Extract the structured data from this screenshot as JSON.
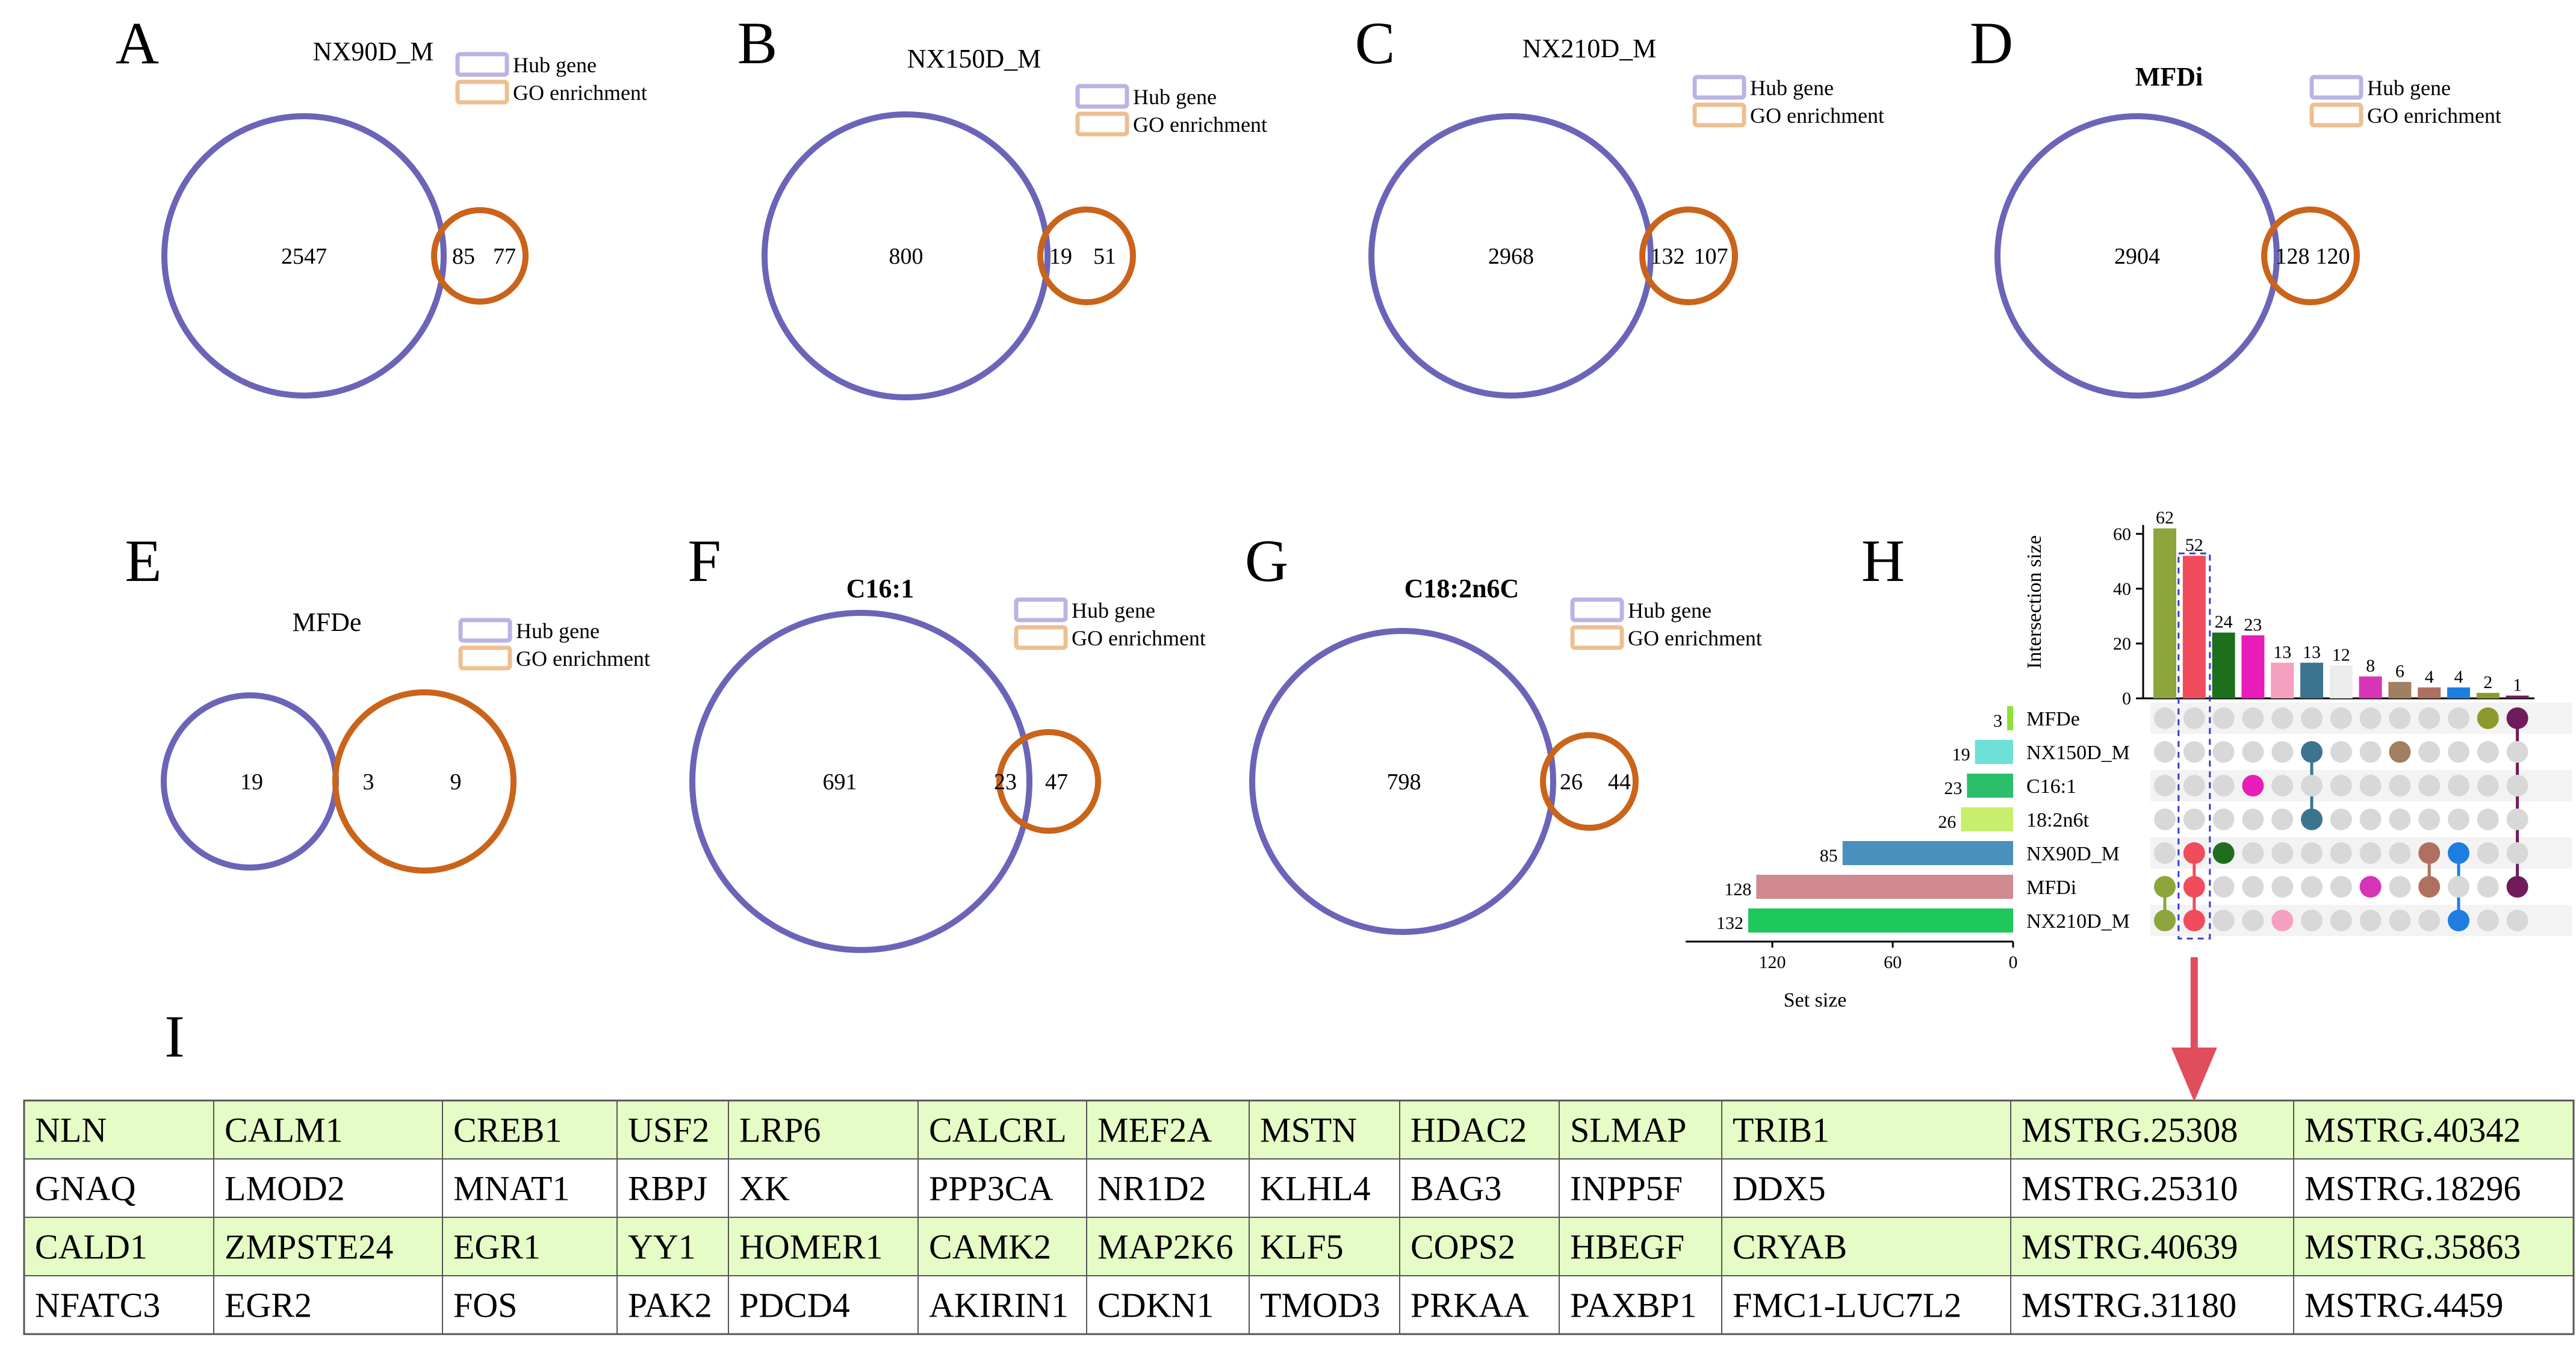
{
  "panels": {
    "A": "A",
    "B": "B",
    "C": "C",
    "D": "D",
    "E": "E",
    "F": "F",
    "G": "G",
    "H": "H",
    "I": "I"
  },
  "legend": {
    "hub": "Hub gene",
    "go": "GO enrichment"
  },
  "colors": {
    "hub_stroke": "#6b64b8",
    "go_stroke": "#c9641a",
    "legend_hub": "#b8b4e3",
    "legend_go": "#edbf91",
    "table_highlight": "#e6fcc6",
    "arrow": "#e04d5c"
  },
  "chart_data": [
    {
      "type": "venn",
      "title": "NX90D_M",
      "hub_only": 2547,
      "overlap": 85,
      "go_only": 77
    },
    {
      "type": "venn",
      "title": "NX150D_M",
      "hub_only": 800,
      "overlap": 19,
      "go_only": 51
    },
    {
      "type": "venn",
      "title": "NX210D_M",
      "hub_only": 2968,
      "overlap": 132,
      "go_only": 107
    },
    {
      "type": "venn",
      "title": "MFDi",
      "hub_only": 2904,
      "overlap": 128,
      "go_only": 120
    },
    {
      "type": "venn",
      "title": "MFDe",
      "hub_only": 19,
      "overlap": 3,
      "go_only": 9
    },
    {
      "type": "venn",
      "title": "C16:1",
      "hub_only": 691,
      "overlap": 23,
      "go_only": 47
    },
    {
      "type": "venn",
      "title": "C18:2n6C",
      "hub_only": 798,
      "overlap": 26,
      "go_only": 44
    },
    {
      "type": "upset",
      "ylabel": "Intersection size",
      "xlabel": "Set size",
      "yticks": [
        "0",
        "20",
        "40",
        "60"
      ],
      "xticks": [
        "120",
        "60",
        "0"
      ],
      "ylim": [
        0,
        65
      ],
      "sets": [
        {
          "name": "MFDe",
          "size": 3,
          "color": "#8ee03a"
        },
        {
          "name": "NX150D_M",
          "size": 19,
          "color": "#6ee0d8"
        },
        {
          "name": "C16:1",
          "size": 23,
          "color": "#2cbf6a"
        },
        {
          "name": "18:2n6t",
          "size": 26,
          "color": "#c8ee6e"
        },
        {
          "name": "NX90D_M",
          "size": 85,
          "color": "#4a90bd"
        },
        {
          "name": "MFDi",
          "size": 128,
          "color": "#d08a90"
        },
        {
          "name": "NX210D_M",
          "size": 132,
          "color": "#1fc85a"
        }
      ],
      "intersections": [
        {
          "size": 62,
          "label": "62",
          "color": "#8ca63c",
          "members": [
            5,
            6
          ]
        },
        {
          "size": 52,
          "label": "52",
          "color": "#f04c5c",
          "members": [
            4,
            5,
            6
          ],
          "highlighted": true
        },
        {
          "size": 24,
          "label": "24",
          "color": "#1e6e1e",
          "members": [
            4
          ]
        },
        {
          "size": 23,
          "label": "23",
          "color": "#e81cb8",
          "members": [
            2
          ]
        },
        {
          "size": 13,
          "label": "13",
          "color": "#f6a0c0",
          "members": [
            6
          ]
        },
        {
          "size": 13,
          "label": "13",
          "color": "#3c7490",
          "members": [
            1,
            3
          ]
        },
        {
          "size": 12,
          "label": "12",
          "color": "#ececec",
          "members": []
        },
        {
          "size": 8,
          "label": "8",
          "color": "#d834b8",
          "members": [
            5
          ]
        },
        {
          "size": 6,
          "label": "6",
          "color": "#a08060",
          "members": [
            1
          ]
        },
        {
          "size": 4,
          "label": "4",
          "color": "#b07060",
          "members": [
            4,
            5
          ]
        },
        {
          "size": 4,
          "label": "4",
          "color": "#1e7ee0",
          "members": [
            4,
            6
          ]
        },
        {
          "size": 2,
          "label": "2",
          "color": "#8c9a2c",
          "members": [
            0
          ]
        },
        {
          "size": 1,
          "label": "1",
          "color": "#701c5c",
          "members": [
            0,
            5
          ]
        }
      ]
    }
  ],
  "gene_table": [
    [
      "NLN",
      "CALM1",
      "CREB1",
      "USF2",
      "LRP6",
      "CALCRL",
      "MEF2A",
      "MSTN",
      "HDAC2",
      "SLMAP",
      "TRIB1",
      "MSTRG.25308",
      "MSTRG.40342"
    ],
    [
      "GNAQ",
      "LMOD2",
      "MNAT1",
      "RBPJ",
      "XK",
      "PPP3CA",
      "NR1D2",
      "KLHL4",
      "BAG3",
      "INPP5F",
      "DDX5",
      "MSTRG.25310",
      "MSTRG.18296"
    ],
    [
      "CALD1",
      "ZMPSTE24",
      "EGR1",
      "YY1",
      "HOMER1",
      "CAMK2",
      "MAP2K6",
      "KLF5",
      "COPS2",
      "HBEGF",
      "CRYAB",
      "MSTRG.40639",
      "MSTRG.35863"
    ],
    [
      "NFATC3",
      "EGR2",
      "FOS",
      "PAK2",
      "PDCD4",
      "AKIRIN1",
      "CDKN1",
      "TMOD3",
      "PRKAA",
      "PAXBP1",
      "FMC1-LUC7L2",
      "MSTRG.31180",
      "MSTRG.4459"
    ]
  ]
}
